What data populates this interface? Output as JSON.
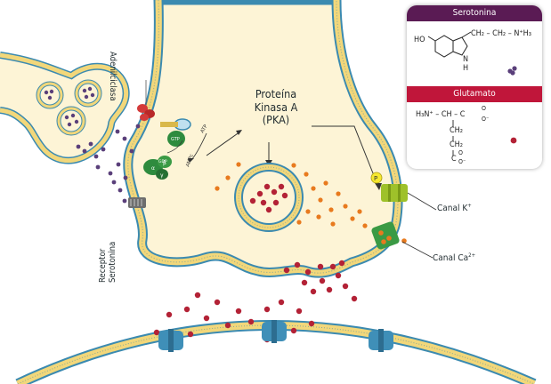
{
  "labels": {
    "pka": [
      "Proteína",
      "Kinasa A",
      "(PKA)"
    ],
    "canal_k": "Canal K",
    "canal_k_charge": "+",
    "canal_ca": "Canal Ca",
    "canal_ca_charge": "2+",
    "adenilciclasa": "Adenilciclasa",
    "receptor": [
      "Receptor",
      "Serotonina"
    ],
    "atp": "ATP",
    "amp": "AMPc",
    "gtp": "GTP",
    "gdp": "GDP",
    "phosphate": "P",
    "alpha": "α",
    "beta": "β",
    "gamma": "γ"
  },
  "legend": {
    "serotonina": {
      "title": "Serotonina",
      "ho": "HO",
      "chain": "CH₂ – CH₂ – N⁺H₃",
      "n": "N",
      "h": "H"
    },
    "glutamato": {
      "title": "Glutamato",
      "line1": "H₃N⁺ – CH – C",
      "o_top": "O",
      "o_bottom": "O⁻",
      "ch2a": "CH₂",
      "ch2b": "CH₂",
      "c": "C",
      "o2_top": "O",
      "o2_bottom": "O⁻"
    }
  },
  "colors": {
    "membrane_outer": "#3b8ab0",
    "membrane_fill": "#f2d77a",
    "cytoplasm": "#fdf4d6",
    "serotonin": "#5a3f7a",
    "glutamate": "#b32236",
    "calcium": "#e87a1e",
    "g_protein": "#2e8b3e",
    "k_channel": "#9ec12a",
    "ca_channel": "#3a9a44",
    "adenylyl": "#d33a3a",
    "receptor": "#6e6e6e",
    "post_channel": "#3f8fb8",
    "legend_serotonina": "#5a1b54",
    "legend_glutamato": "#c0163a"
  }
}
